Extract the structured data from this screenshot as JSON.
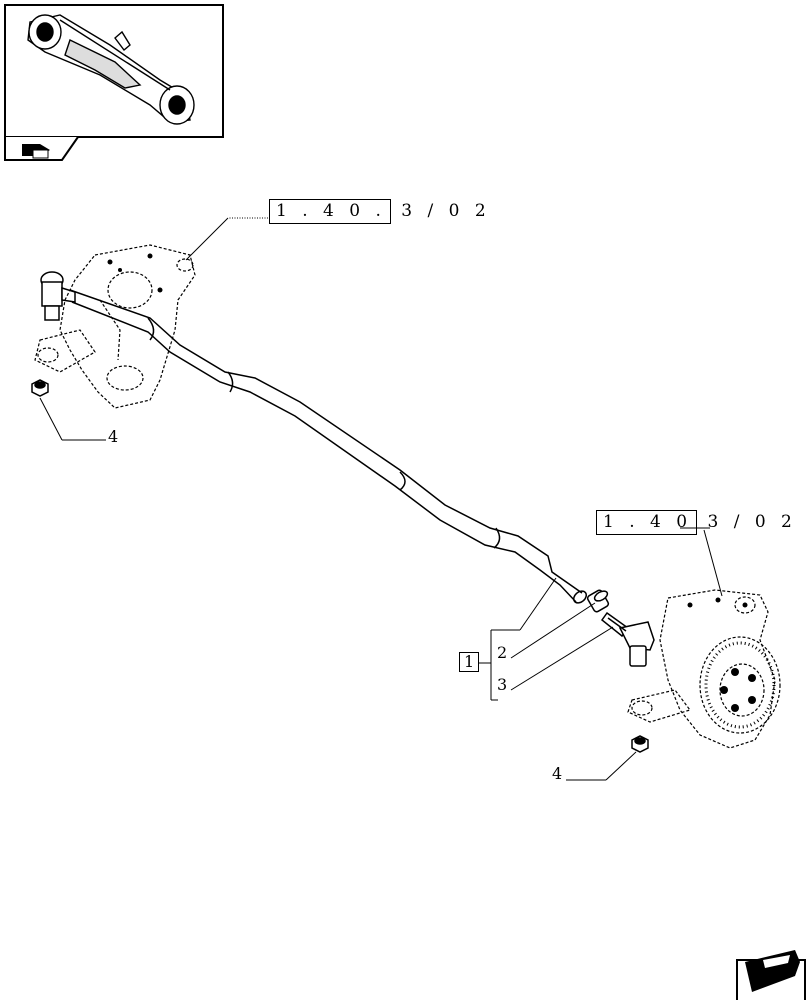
{
  "references": {
    "top": {
      "boxed": "1 . 4 0 .",
      "rest": "3 / 0 2"
    },
    "right": {
      "boxed": "1 . 4 0",
      "rest": "3 / 0 2"
    }
  },
  "callouts": {
    "nut_left": "4",
    "nut_right": "4",
    "assembly": "1",
    "sleeve": "2",
    "ball_joint": "3"
  },
  "icons": {
    "thumbnail": "front-axle-thumbnail",
    "nav_prev": "arrow-left-icon",
    "nav_next": "arrow-right-icon"
  }
}
